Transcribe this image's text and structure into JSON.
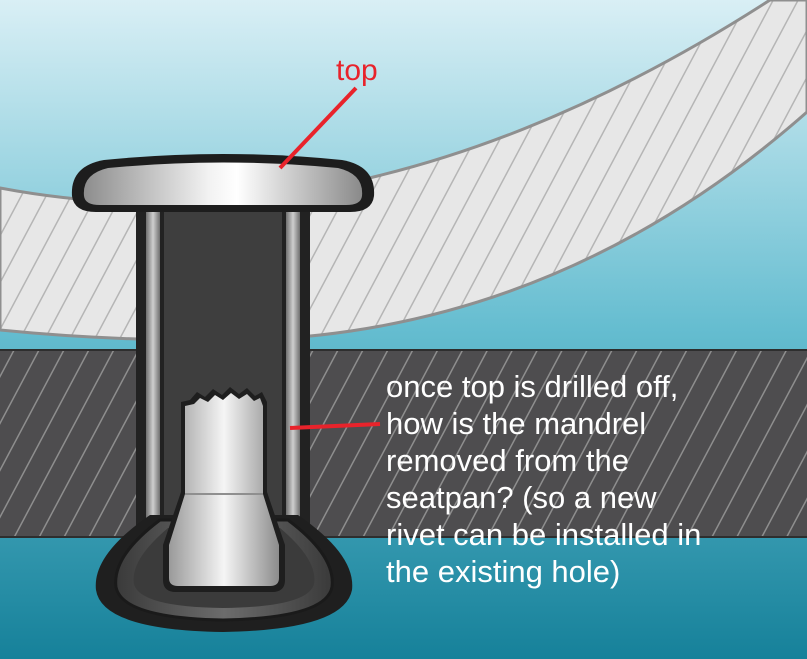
{
  "labels": {
    "top": "top",
    "question_lines": [
      "once top is drilled off,",
      "how is the mandrel",
      "removed from the",
      "seatpan? (so a new",
      "rivet can be installed in",
      "the existing hole)"
    ]
  },
  "colors": {
    "annotation_red": "#e8232b",
    "annotation_text": "#ffffff",
    "dark_plate": "#4d4c4e",
    "light_plate": "#e6e6e6",
    "rivet_outline": "#1d1d1d",
    "background_top": "#d7eef4",
    "background_bottom": "#19849c"
  }
}
